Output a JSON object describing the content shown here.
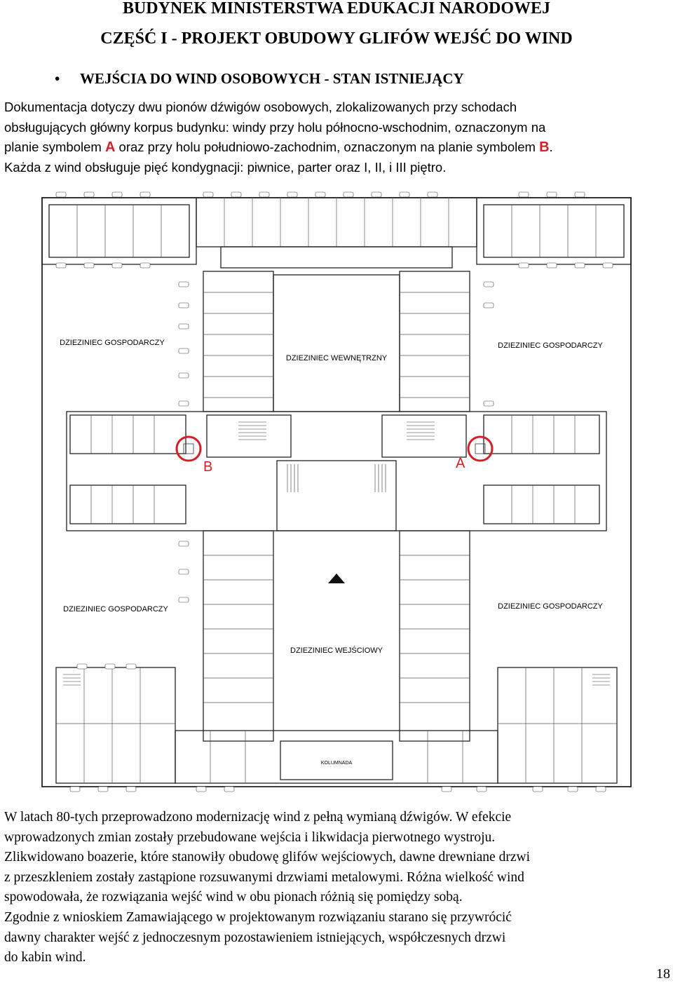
{
  "header": {
    "line1": "BUDYNEK MINISTERSTWA EDUKACJI NARODOWEJ",
    "line2": "CZĘŚĆ I  -  PROJEKT OBUDOWY GLIFÓW WEJŚĆ DO WIND"
  },
  "section": {
    "bullet": "•",
    "heading": "WEJŚCIA DO WIND OSOBOWYCH - STAN ISTNIEJĄCY"
  },
  "intro": {
    "l1": "Dokumentacja dotyczy dwu pionów dźwigów osobowych, zlokalizowanych przy schodach",
    "l2": "obsługujących główny korpus budynku: windy przy holu północno-wschodnim, oznaczonym na",
    "l3a": "planie symbolem ",
    "sym_a": "A",
    "l3b": " oraz przy holu południowo-zachodnim, oznaczonym na planie symbolem ",
    "sym_b": "B",
    "l3c": ".",
    "l4": "Każda z wind obsługuje pięć kondygnacji: piwnice, parter oraz I, II, i III piętro."
  },
  "plan": {
    "courtyard_service": "DZIEZINIEC GOSPODARCZY",
    "courtyard_inner": "DZIEZINIEC WEWNĘTRZNY",
    "courtyard_entrance": "DZIEZINIEC WEJŚCIOWY",
    "colonnade": "KOLUMNADA",
    "marker_a": "A",
    "marker_b": "B",
    "accent_color": "#d32026"
  },
  "body": {
    "l1": "W latach 80-tych przeprowadzono modernizację wind z pełną wymianą dźwigów. W efekcie",
    "l2": "wprowadzonych zmian zostały przebudowane wejścia i likwidacja pierwotnego wystroju.",
    "l3": "Zlikwidowano boazerie, które stanowiły obudowę glifów wejściowych, dawne drewniane drzwi",
    "l4": "z przeszkleniem zostały zastąpione rozsuwanymi drzwiami metalowymi. Różna wielkość wind",
    "l5": "spowodowała, że rozwiązania wejść wind w obu pionach różnią się pomiędzy sobą.",
    "l6": "Zgodnie z wnioskiem Zamawiającego w projektowanym rozwiązaniu starano się przywrócić",
    "l7": "dawny charakter wejść z jednoczesnym pozostawieniem istniejących, współczesnych drzwi",
    "l8": "do kabin wind."
  },
  "page_number": "18"
}
